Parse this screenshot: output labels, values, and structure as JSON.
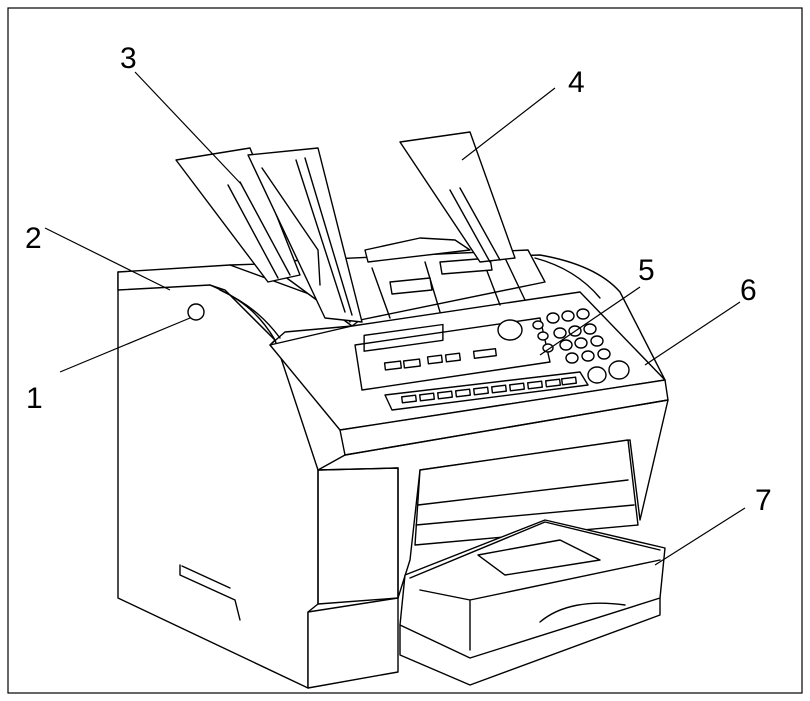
{
  "diagram": {
    "callouts": [
      {
        "id": "callout-1",
        "label": "1"
      },
      {
        "id": "callout-2",
        "label": "2"
      },
      {
        "id": "callout-3",
        "label": "3"
      },
      {
        "id": "callout-4",
        "label": "4"
      },
      {
        "id": "callout-5",
        "label": "5"
      },
      {
        "id": "callout-6",
        "label": "6"
      },
      {
        "id": "callout-7",
        "label": "7"
      }
    ],
    "colors": {
      "stroke": "#000000",
      "background": "#ffffff"
    }
  }
}
